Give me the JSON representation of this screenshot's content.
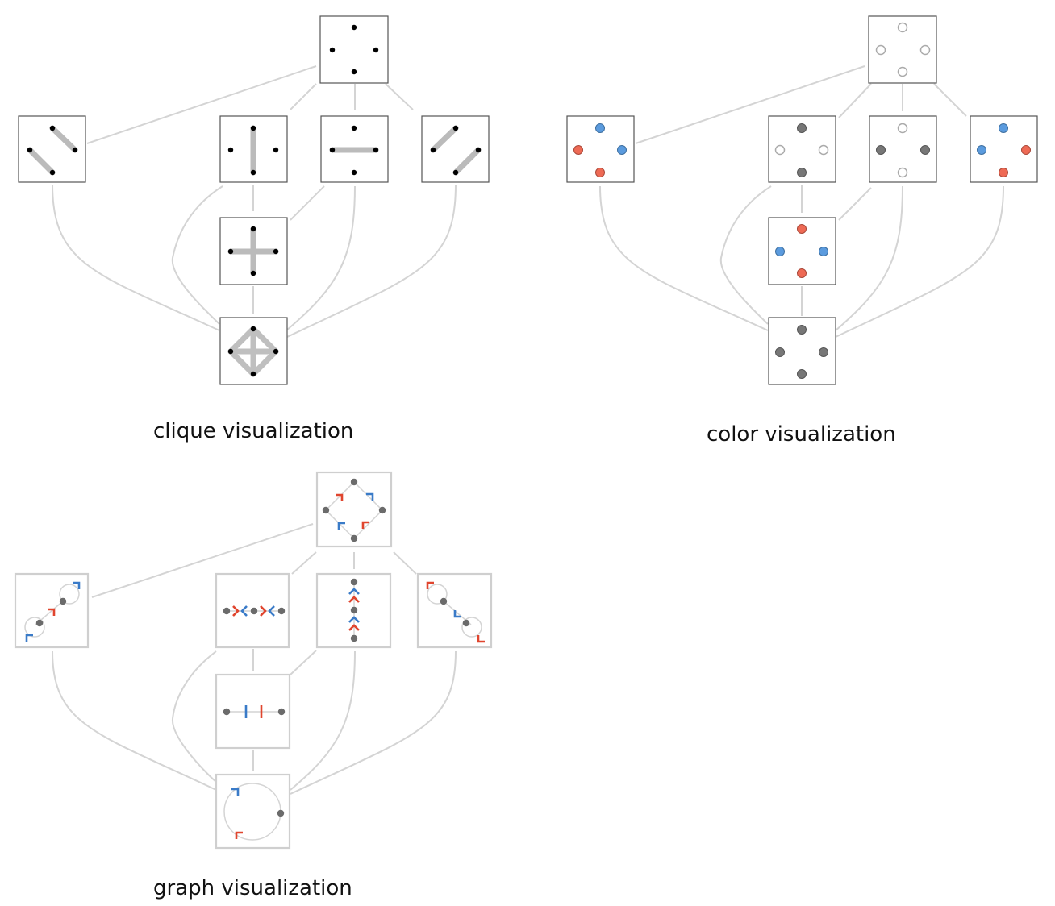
{
  "captions": {
    "clique": "clique visualization",
    "color": "color visualization",
    "graph": "graph visualization"
  },
  "colors": {
    "edge": "#d4d4d4",
    "box_border": "#555555",
    "graph_box_border": "#cfcfcf",
    "dot_black": "#000000",
    "dot_gray": "#777777",
    "blue": "#5b9bde",
    "red": "#ee6a55",
    "arrow_blue": "#3a7bc8",
    "arrow_red": "#e0452e"
  }
}
